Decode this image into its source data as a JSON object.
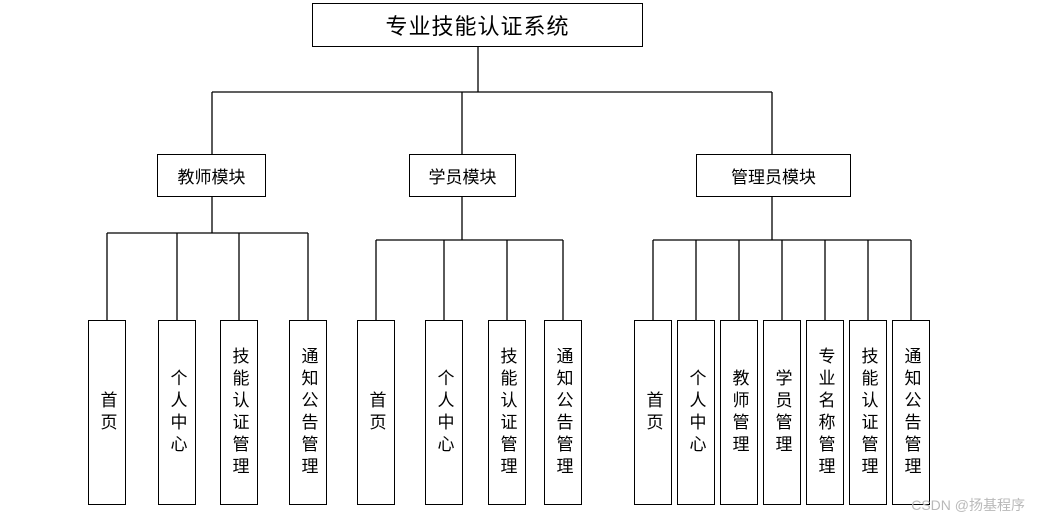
{
  "title": "专业技能认证系统",
  "modules": [
    {
      "label": "教师模块",
      "children": [
        "首页",
        "个人中心",
        "技能认证管理",
        "通知公告管理"
      ]
    },
    {
      "label": "学员模块",
      "children": [
        "首页",
        "个人中心",
        "技能认证管理",
        "通知公告管理"
      ]
    },
    {
      "label": "管理员模块",
      "children": [
        "首页",
        "个人中心",
        "教师管理",
        "学员管理",
        "专业名称管理",
        "技能认证管理",
        "通知公告管理"
      ]
    }
  ],
  "watermark": "CSDN @扬基程序",
  "colors": {
    "line": "#000000",
    "box_border": "#000000",
    "background": "#ffffff",
    "watermark": "#b9b9b9"
  }
}
